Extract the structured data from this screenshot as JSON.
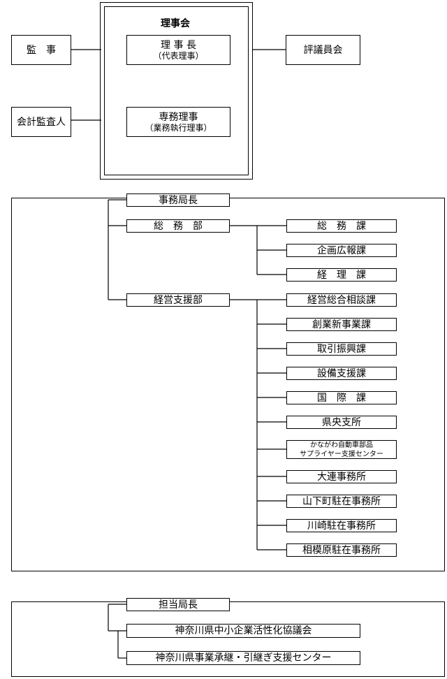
{
  "governance": {
    "board_title": "理事会",
    "chair": {
      "title": "理 事 長",
      "subtitle": "（代表理事）"
    },
    "executive": {
      "title": "専務理事",
      "subtitle": "（業務執行理事）"
    },
    "auditor": "監　事",
    "accounting_auditor": "会計監査人",
    "council": "評議員会"
  },
  "secretariat": {
    "head": "事務局長",
    "departments": [
      {
        "name": "総　務　部",
        "sections": [
          "総　務　課",
          "企画広報課",
          "経　理　課"
        ]
      },
      {
        "name": "経営支援部",
        "sections": [
          "経営総合相談課",
          "創業新事業課",
          "取引振興課",
          "設備支援課",
          "国　際　課",
          "県央支所",
          [
            "かながわ自動車部品",
            "サプライヤー支援センター"
          ],
          "大連事務所",
          "山下町駐在事務所",
          "川崎駐在事務所",
          "相模原駐在事務所"
        ]
      }
    ]
  },
  "director_in_charge": {
    "head": "担当局長",
    "units": [
      "神奈川県中小企業活性化協議会",
      "神奈川県事業承継・引継ぎ支援センター"
    ]
  }
}
